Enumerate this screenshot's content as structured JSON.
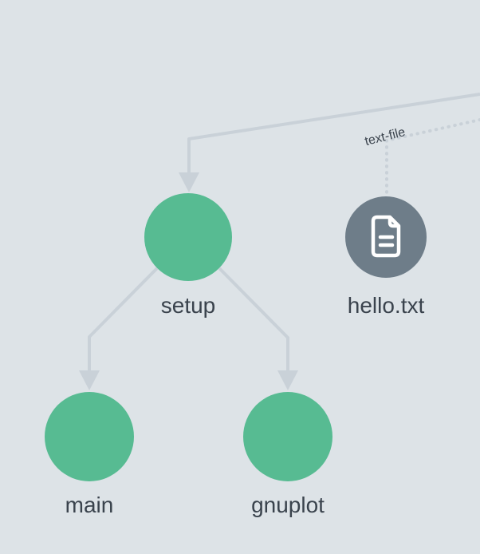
{
  "diagram": {
    "type": "process-tree-graph",
    "background_color": "#dde3e7",
    "edge_color": "#c9d1d8",
    "text_color": "#3a434d",
    "node_green": "#57bb92",
    "node_gray": "#6e7d89",
    "icon_color": "#ffffff",
    "nodes": [
      {
        "id": "setup",
        "label": "setup",
        "shape": "circle",
        "color": "#57bb92",
        "icon": ""
      },
      {
        "id": "hello-txt",
        "label": "hello.txt",
        "shape": "circle",
        "color": "#6e7d89",
        "icon": "file-icon"
      },
      {
        "id": "main",
        "label": "main",
        "shape": "circle",
        "color": "#57bb92",
        "icon": ""
      },
      {
        "id": "gnuplot",
        "label": "gnuplot",
        "shape": "circle",
        "color": "#57bb92",
        "icon": ""
      }
    ],
    "edges": [
      {
        "from": "offscreen",
        "to": "setup",
        "style": "solid",
        "arrow": true,
        "label": ""
      },
      {
        "from": "offscreen",
        "to": "hello-txt",
        "style": "dotted",
        "arrow": false,
        "label": "text-file"
      },
      {
        "from": "setup",
        "to": "main",
        "style": "solid",
        "arrow": true,
        "label": ""
      },
      {
        "from": "setup",
        "to": "gnuplot",
        "style": "solid",
        "arrow": true,
        "label": ""
      }
    ]
  }
}
